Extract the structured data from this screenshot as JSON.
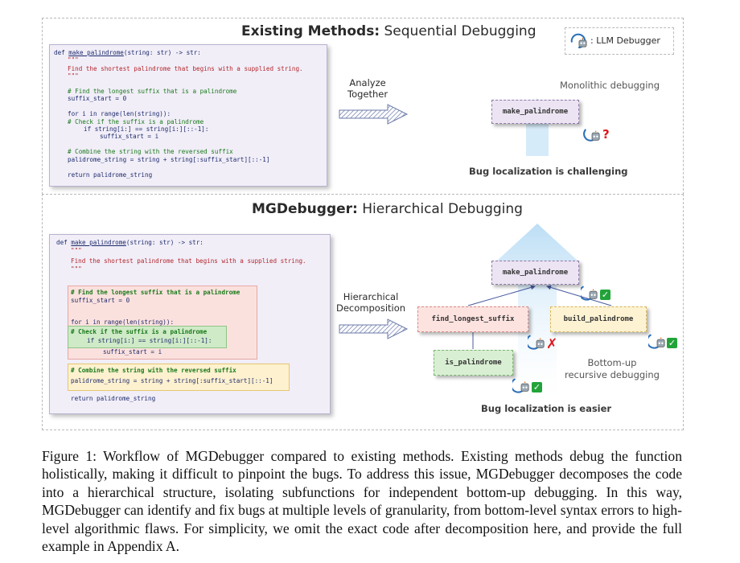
{
  "top": {
    "title_bold": "Existing Methods:",
    "title_rest": " Sequential Debugging",
    "legend": ": LLM Debugger",
    "arrow_label": [
      "Analyze",
      "Together"
    ],
    "mono_label": "Monolithic debugging",
    "node": "make_palindrome",
    "qmark": "?",
    "footer": "Bug localization is challenging"
  },
  "bottom": {
    "title_bold": "MGDebugger:",
    "title_rest": " Hierarchical Debugging",
    "arrow_label": [
      "Hierarchical",
      "Decomposition"
    ],
    "nodes": {
      "root": "make_palindrome",
      "left": "find_longest_suffix",
      "right": "build_palindrome",
      "leaf": "is_palindrome"
    },
    "bottom_up_label": [
      "Bottom-up",
      "recursive debugging"
    ],
    "footer": "Bug localization is easier"
  },
  "code": {
    "l1a": "def ",
    "l1b": "make_palindrome",
    "l1c": "(string: str) -> str:",
    "l2": "\"\"\"",
    "l3": "Find the shortest palindrome that begins with a supplied string.",
    "l4": "\"\"\"",
    "l5": "# Find the longest suffix that is a palindrome",
    "l6": "suffix_start = 0",
    "l7": "for i in range(len(string)):",
    "l8": "# Check if the suffix is a palindrome",
    "l9": "if string[i:] == string[i:][::-1]:",
    "l10": "suffix_start = i",
    "l11": "# Combine the string with the reversed suffix",
    "l12": "palidrome_string = string + string[:suffix_start][::-1]",
    "l13": "return palidrome_string"
  },
  "caption": "Figure 1: Workflow of MGDebugger compared to existing methods. Existing methods debug the function holistically, making it difficult to pinpoint the bugs. To address this issue, MGDebugger decomposes the code into a hierarchical structure, isolating subfunctions for independent bottom-up debugging. In this way, MGDebugger can identify and fix bugs at multiple levels of granularity, from bottom-level syntax errors to high-level algorithmic flaws. For simplicity, we omit the exact code after decomposition here, and provide the full example in Appendix A.",
  "colors": {
    "code_bg": "#f1eef8",
    "root_node": "#ece4f3",
    "left_node": "#fde3e0",
    "right_node": "#fdf3d3",
    "leaf_node": "#d9efd3",
    "arrow_blue": "#b8dcf5",
    "check_green": "#22a33a",
    "cross_red": "#e0161b"
  },
  "icons": [
    "robot-debugger-icon",
    "check-icon",
    "cross-icon",
    "hatched-arrow-icon"
  ]
}
